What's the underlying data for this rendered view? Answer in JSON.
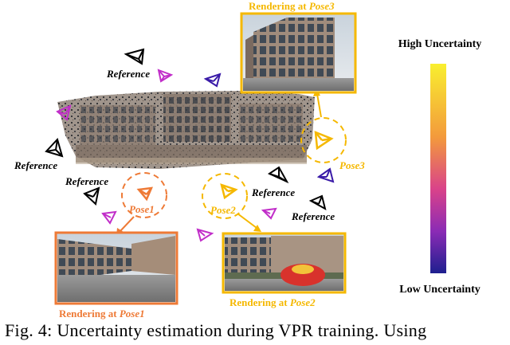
{
  "labels": {
    "reference": "Reference",
    "pose1": "Pose1",
    "pose2": "Pose2",
    "pose3": "Pose3",
    "render_prefix": "Rendering at ",
    "render_pose1": "Pose1",
    "render_pose2": "Pose2",
    "render_pose3": "Pose3"
  },
  "colorbar": {
    "high_label": "High Uncertainty",
    "low_label": "Low Uncertainty"
  },
  "caption": "Fig. 4: Uncertainty estimation during VPR training. Using",
  "colors": {
    "pose1": "#ee7a36",
    "pose2": "#f5b800",
    "pose3": "#f5b800",
    "camera_black": "#000000",
    "camera_magenta": "#c12ec9",
    "camera_blue": "#3a1ba8",
    "colorbar_top": "#f9ef2f",
    "colorbar_mid": "#d9428a",
    "colorbar_bottom": "#1e1f8f"
  }
}
